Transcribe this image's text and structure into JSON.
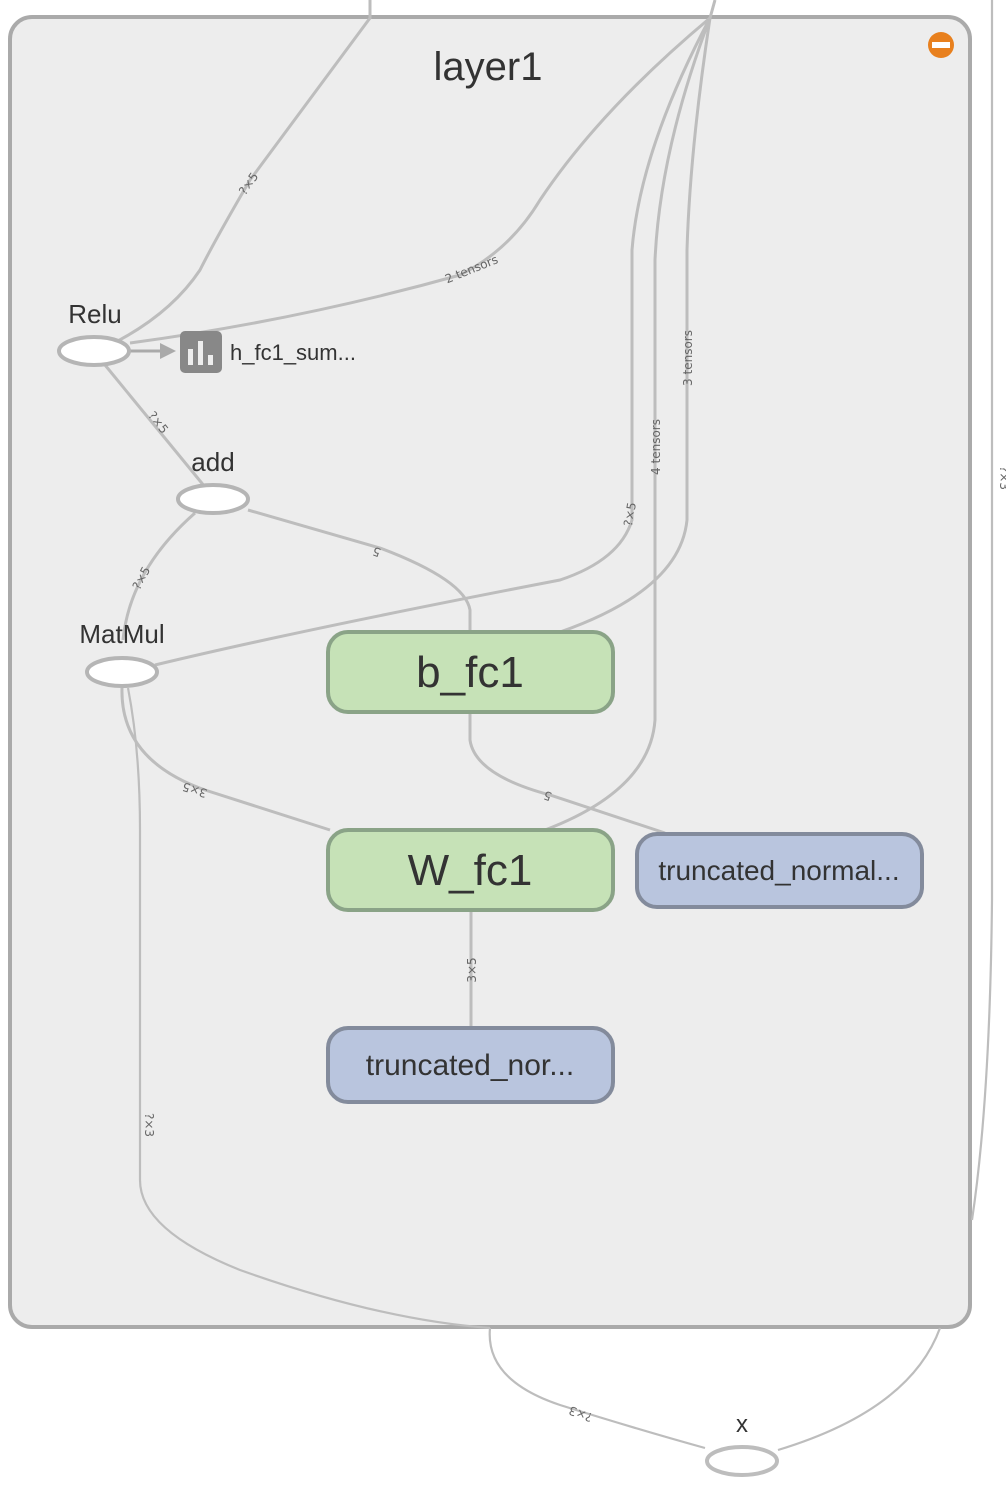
{
  "group": {
    "name": "layer1",
    "collapse_button": "minus-circle-icon",
    "colors": {
      "fill": "#ededed",
      "stroke": "#aaaaaa",
      "collapse": "#e8801e"
    }
  },
  "nodes": {
    "relu": {
      "label": "Relu",
      "type": "op"
    },
    "add": {
      "label": "add",
      "type": "op"
    },
    "matmul": {
      "label": "MatMul",
      "type": "op"
    },
    "summary": {
      "label": "h_fc1_sum...",
      "type": "summary",
      "icon": "bar-chart-icon"
    },
    "b_fc1": {
      "label": "b_fc1",
      "type": "variable",
      "color": "#c6e2b7"
    },
    "w_fc1": {
      "label": "W_fc1",
      "type": "variable",
      "color": "#c6e2b7"
    },
    "trunc1": {
      "label": "truncated_normal...",
      "type": "constant",
      "color": "#b9c5de"
    },
    "trunc2": {
      "label": "truncated_nor...",
      "type": "constant",
      "color": "#b9c5de"
    },
    "x": {
      "label": "x",
      "type": "op"
    }
  },
  "edge_labels": {
    "relu_out": "?×5",
    "two_tensors": "2 tensors",
    "relu_add": "?×5",
    "add_matmul": "?×5",
    "add_bias": "5",
    "matmul_out": "?×5",
    "four_tensors": "4 tensors",
    "three_tensors": "3 tensors",
    "matmul_w": "3×5",
    "bias_trunc": "5",
    "w_trunc": "3×5",
    "matmul_x": "?×3",
    "x_in": "?×3",
    "x_right": "?×3"
  }
}
